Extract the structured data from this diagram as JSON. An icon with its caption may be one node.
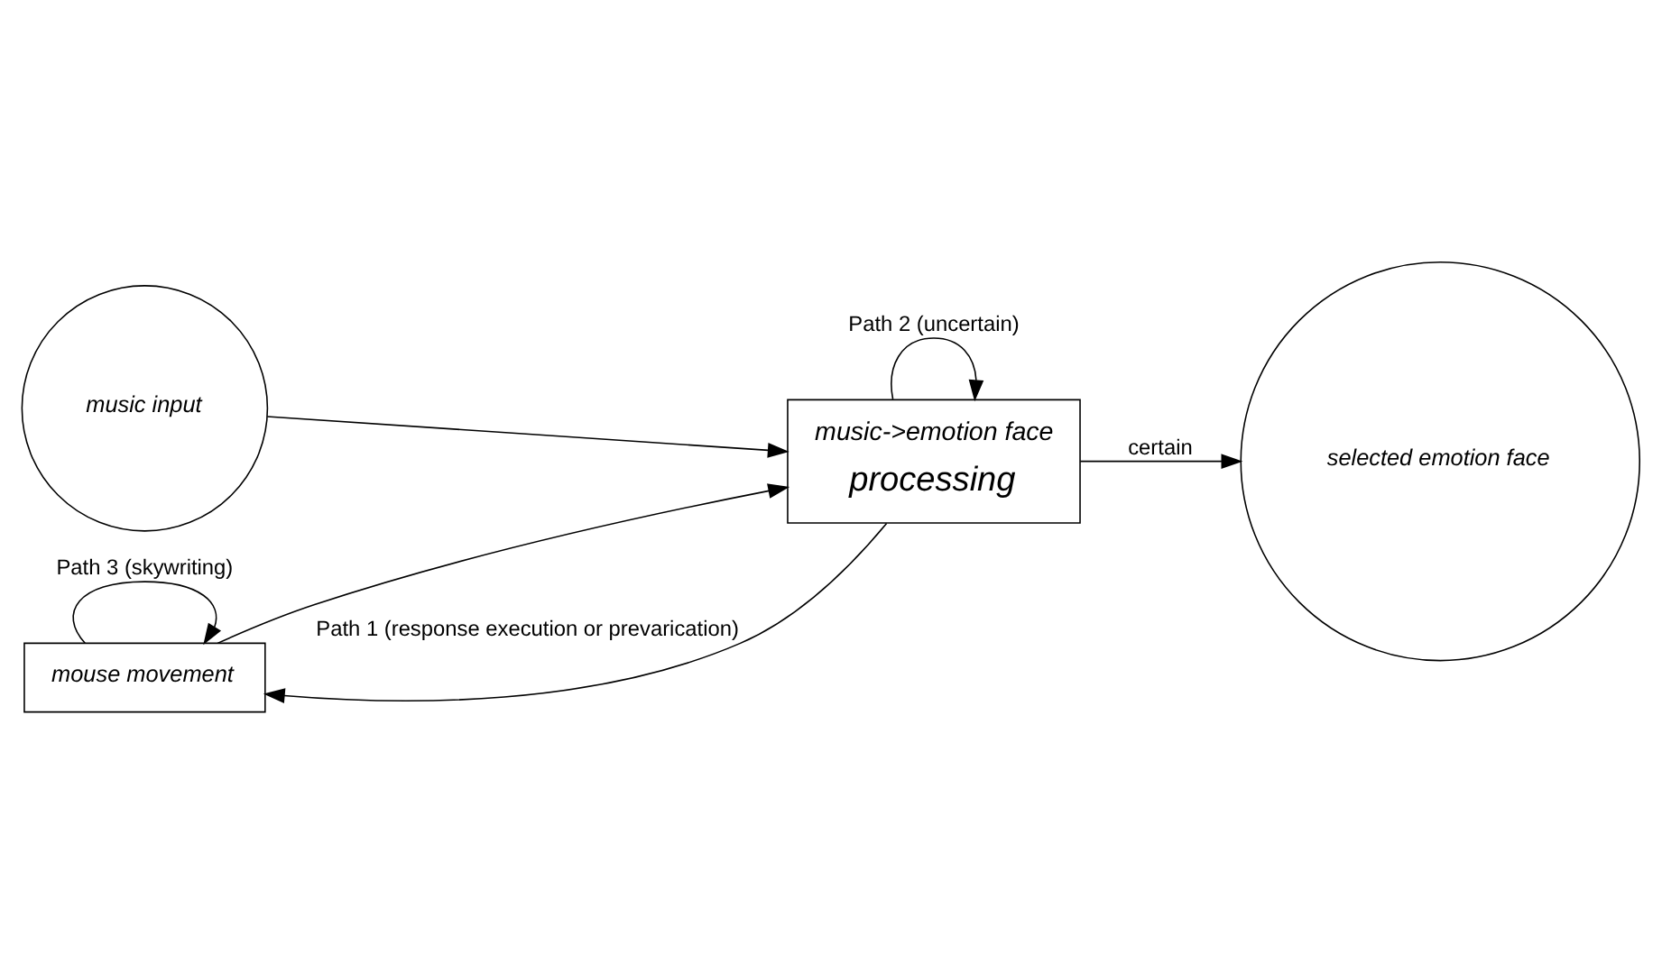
{
  "diagram": {
    "nodes": [
      {
        "text": [
          "music input"
        ]
      },
      {
        "text": [
          "mouse movement"
        ]
      },
      {
        "text": [
          "music->emotion face",
          "processing"
        ]
      },
      {
        "text": [
          "selected emotion face"
        ]
      }
    ],
    "edges": [
      {
        "from": 0,
        "to": 2,
        "arrow": "to"
      },
      {
        "from": 1,
        "to": 2,
        "arrow": "to"
      },
      {
        "from": 2,
        "to": 3,
        "arrow": "to",
        "label": "certain"
      },
      {
        "from": 1,
        "to": 1,
        "arrow": "to",
        "label": "Path 3 (skywriting)"
      },
      {
        "from": 2,
        "to": 2,
        "arrow": "to",
        "label": "Path 2 (uncertain)"
      },
      {
        "from": 2,
        "to": 1,
        "arrow": "to",
        "label": "Path 1 (response execution or prevarication)"
      }
    ]
  }
}
